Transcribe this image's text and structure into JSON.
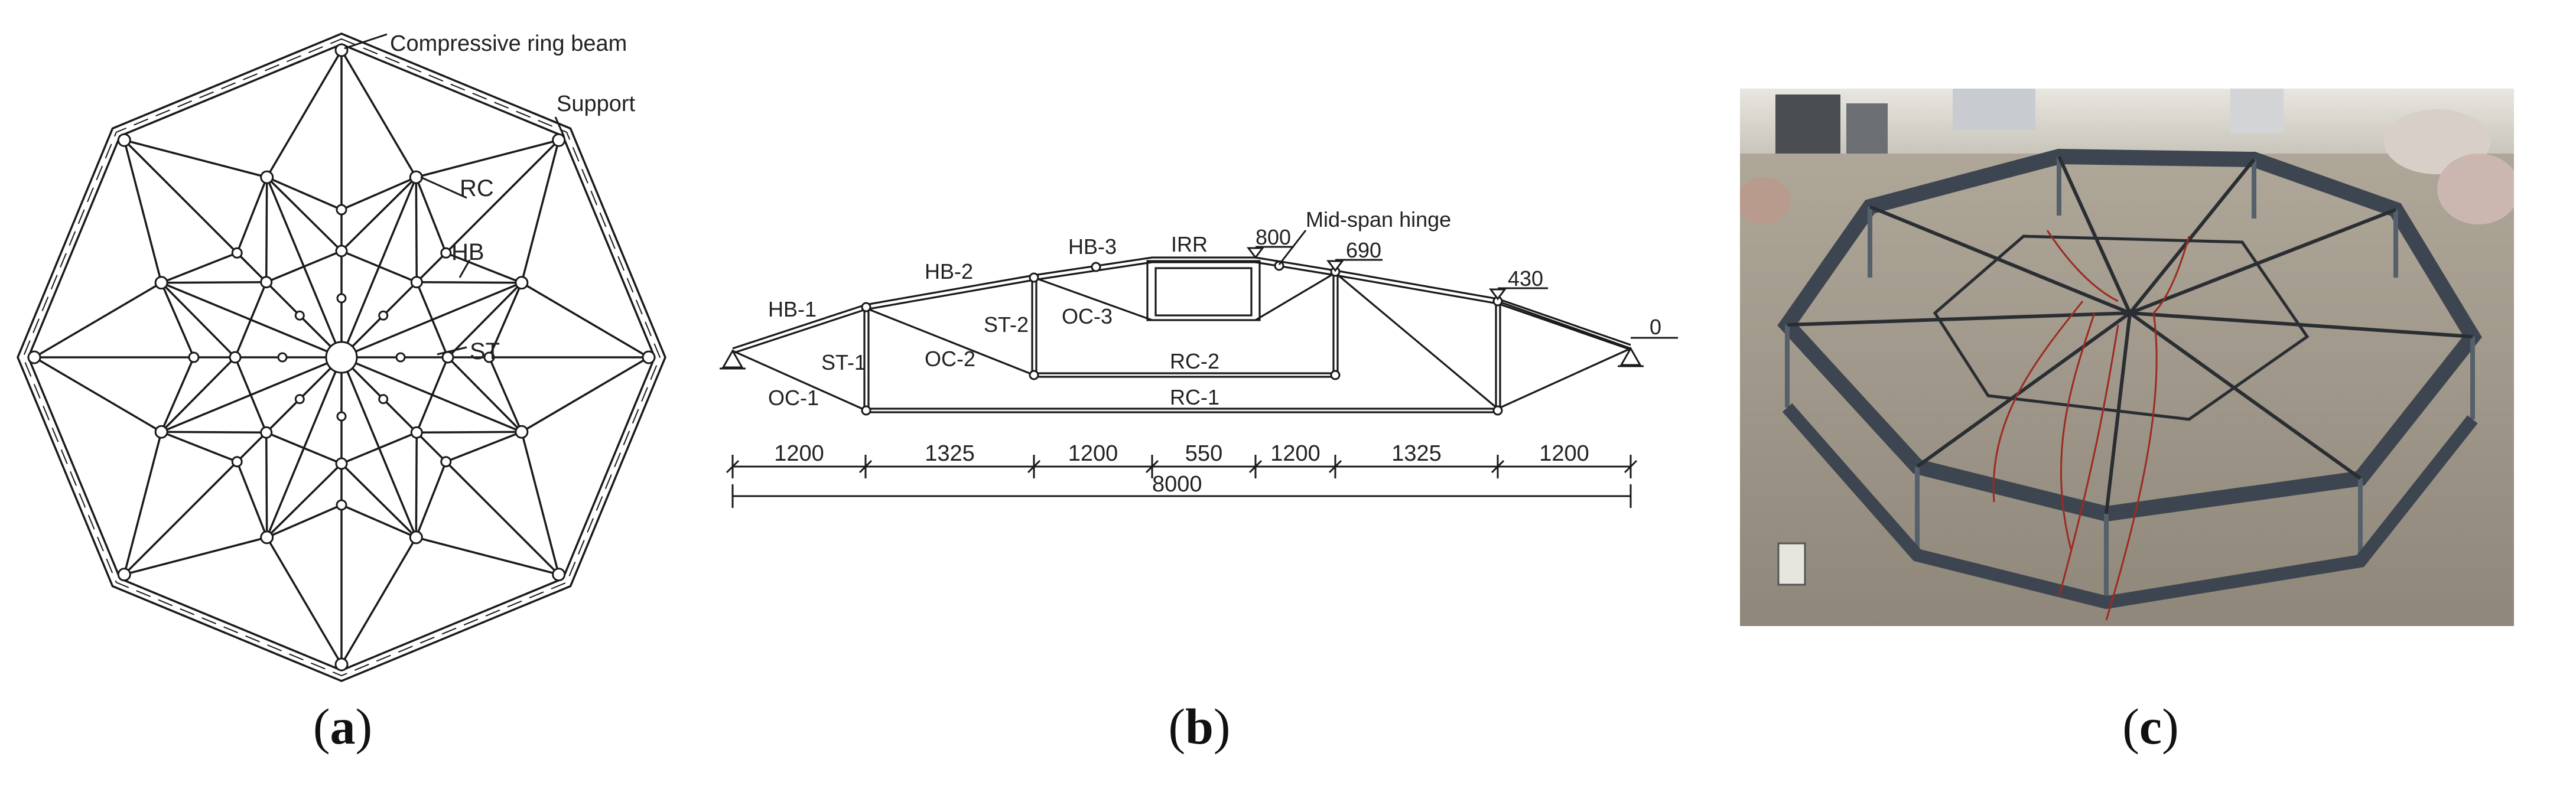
{
  "panel_a": {
    "labels": {
      "ring": "Compressive ring beam",
      "support": "Support",
      "rc": "RC",
      "hb": "HB",
      "st": "ST"
    },
    "caption": "a"
  },
  "panel_b": {
    "member_labels": {
      "hb1": "HB-1",
      "hb2": "HB-2",
      "hb3": "HB-3",
      "irr": "IRR",
      "st1": "ST-1",
      "st2": "ST-2",
      "oc1": "OC-1",
      "oc2": "OC-2",
      "oc3": "OC-3",
      "rc1": "RC-1",
      "rc2": "RC-2",
      "hinge": "Mid-span hinge"
    },
    "heights": {
      "h800": "800",
      "h690": "690",
      "h430": "430",
      "h0": "0"
    },
    "spans": [
      "1200",
      "1325",
      "1200",
      "550",
      "1200",
      "1325",
      "1200"
    ],
    "total": "8000",
    "caption": "b"
  },
  "panel_c": {
    "caption": "c"
  },
  "colors": {
    "line": "#1a1a1a",
    "steel": "#3d4650",
    "floor": "#a89f8e"
  }
}
